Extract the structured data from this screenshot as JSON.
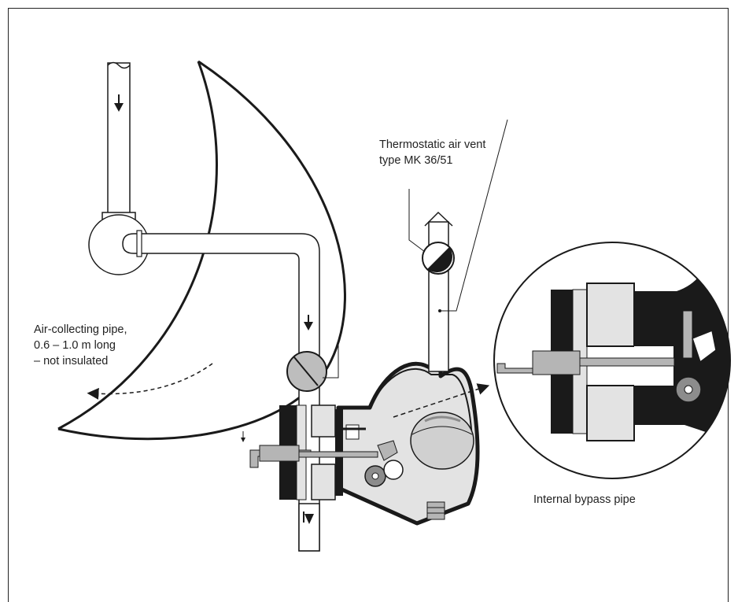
{
  "labels": {
    "air_vent_line1": "Thermostatic air vent",
    "air_vent_line2": "type MK 36/51",
    "air_pipe_line1": "Air-collecting pipe,",
    "air_pipe_line2": "0.6 – 1.0 m long",
    "air_pipe_line3": "– not insulated",
    "bypass": "Internal bypass pipe"
  },
  "colors": {
    "ink": "#1a1a1a",
    "steel": "#b5b5b5",
    "cast_body": "#e3e3e3",
    "shadow": "#8c8c8c"
  }
}
